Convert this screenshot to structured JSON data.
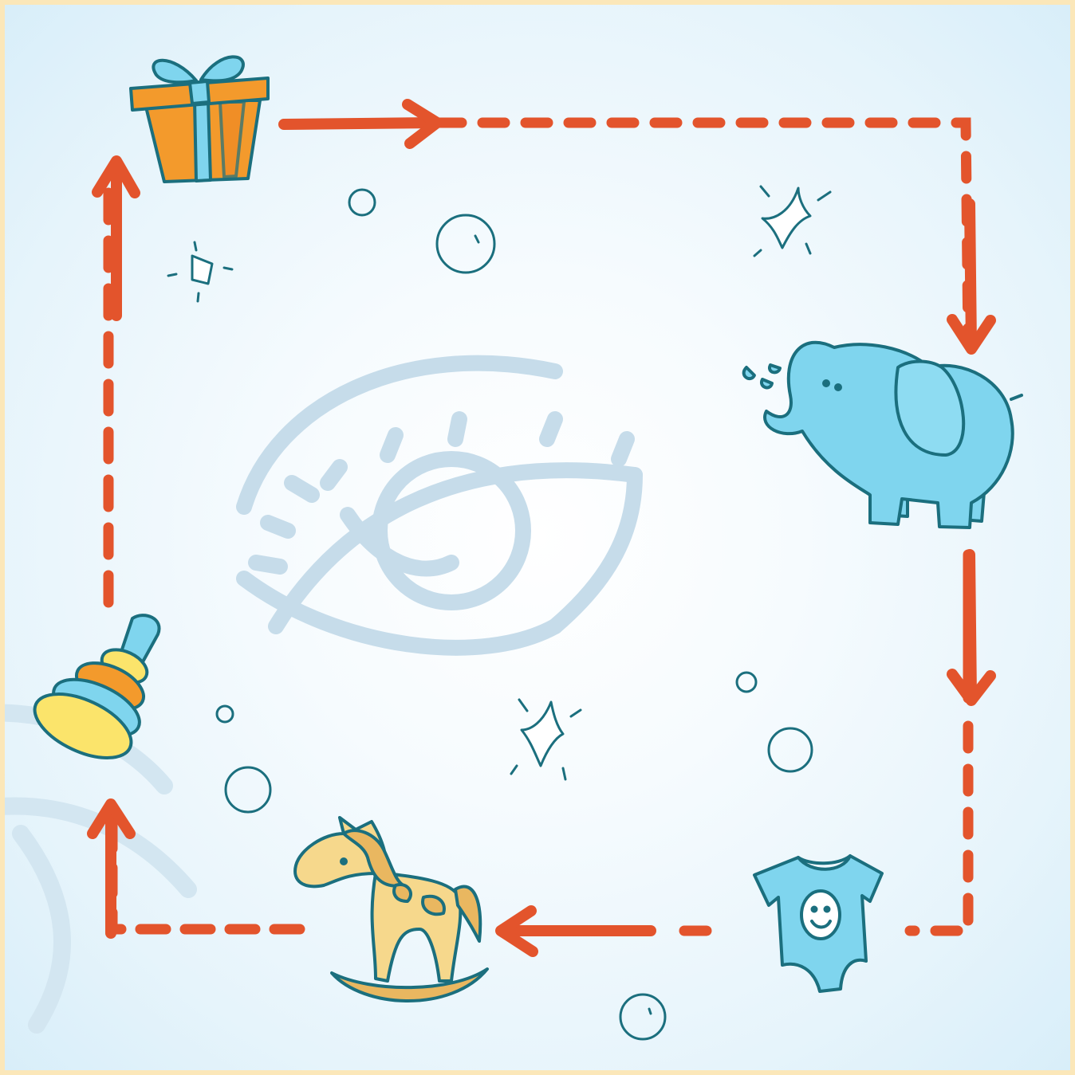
{
  "colors": {
    "background_edge": "#d8eef9",
    "background_center": "#ffffff",
    "frame": "#fbe7b9",
    "arrow": "#e3542c",
    "outline": "#1b6f7e",
    "eye_watermark": "#c6dcea",
    "toy_blue": "#7fd5ee",
    "toy_orange": "#f39a2c",
    "toy_yellow": "#fbe46b",
    "toy_sand": "#f6d88c"
  },
  "cycle": {
    "nodes": [
      {
        "id": "gift",
        "icon": "gift-box-icon"
      },
      {
        "id": "elephant",
        "icon": "elephant-toy-icon"
      },
      {
        "id": "onesie",
        "icon": "baby-onesie-icon"
      },
      {
        "id": "horse",
        "icon": "rocking-horse-icon"
      },
      {
        "id": "pyramid",
        "icon": "ring-pyramid-toy-icon"
      }
    ],
    "direction": "clockwise"
  },
  "decorations": [
    "eye-watermark-icon",
    "sparkle-icon",
    "bubble-icon"
  ]
}
